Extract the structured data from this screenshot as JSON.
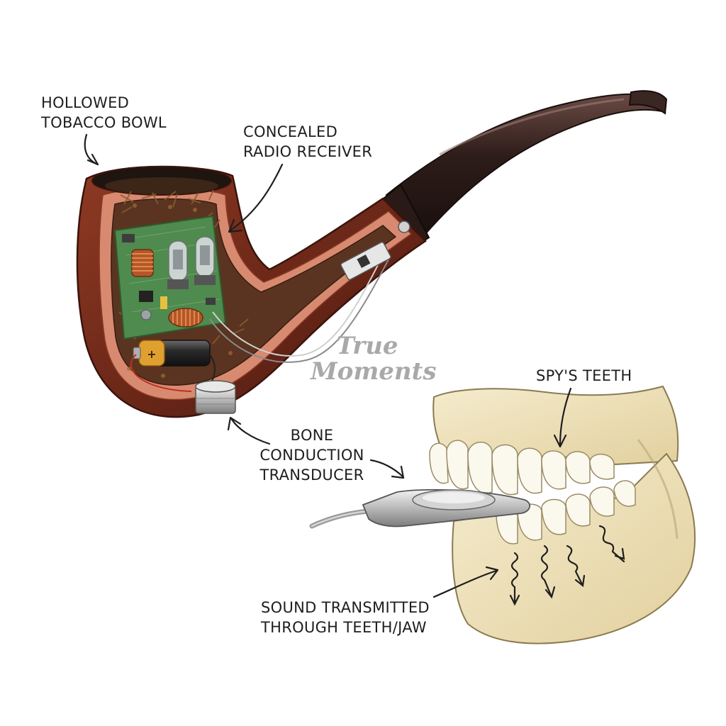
{
  "labels": {
    "bowl": {
      "line1": "HOLLOWED",
      "line2": "TOBACCO BOWL"
    },
    "radio": {
      "line1": "CONCEALED",
      "line2": "RADIO RECEIVER"
    },
    "transducer": {
      "line1": "BONE",
      "line2": "CONDUCTION",
      "line3": "TRANSDUCER"
    },
    "teeth": {
      "line1": "SPY'S TEETH"
    },
    "sound": {
      "line1": "SOUND TRANSMITTED",
      "line2": "THROUGH TEETH/JAW"
    }
  },
  "watermark": {
    "line1": "True",
    "line2": "Moments"
  },
  "colors": {
    "pipe_wood": "#7a2f1f",
    "pipe_cut": "#d9826a",
    "stem": "#2e1f1c",
    "circuit_board": "#4f8a4e",
    "bone": "#efe3bf",
    "tooth": "#fbf8ee",
    "metal": "#b9b9b9"
  }
}
